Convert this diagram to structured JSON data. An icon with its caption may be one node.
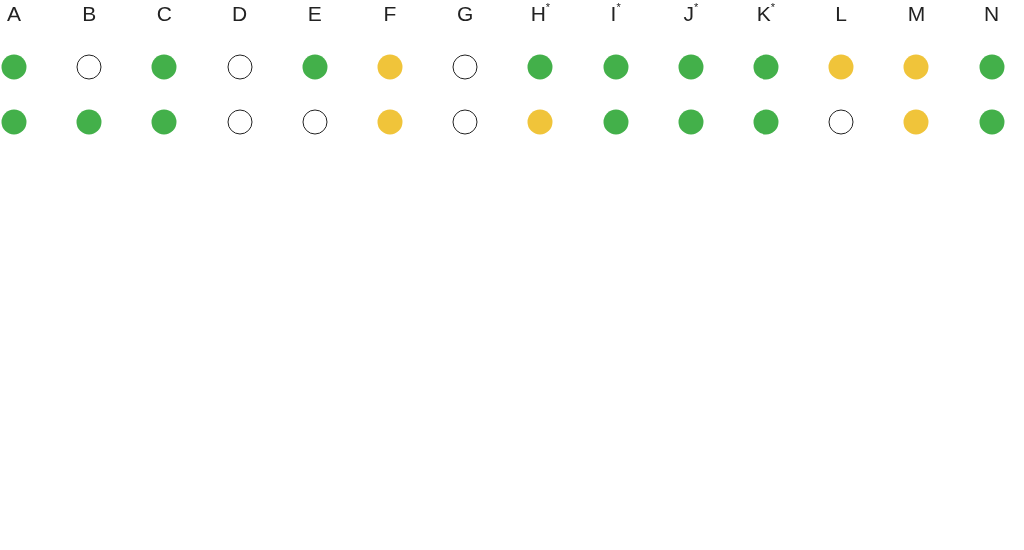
{
  "diagram": {
    "nodes": [
      {
        "text": [],
        "shape": "circle"
      },
      {
        "text": [],
        "shape": "circle"
      },
      {
        "text": [],
        "shape": "circle"
      },
      {
        "text": [],
        "shape": "circle"
      },
      {
        "text": [],
        "shape": "circle"
      },
      {
        "text": [],
        "shape": "circle"
      },
      {
        "text": [],
        "shape": "circle"
      },
      {
        "text": [],
        "shape": "circle"
      },
      {
        "text": [],
        "shape": "circle"
      },
      {
        "text": [],
        "shape": "circle"
      },
      {
        "text": [],
        "shape": "circle"
      },
      {
        "text": [],
        "shape": "circle"
      },
      {
        "text": [],
        "shape": "circle"
      },
      {
        "text": [],
        "shape": "circle"
      },
      {
        "text": [],
        "shape": "circle"
      },
      {
        "text": [],
        "shape": "circle"
      },
      {
        "text": [],
        "shape": "circle"
      },
      {
        "text": [],
        "shape": "circle"
      },
      {
        "text": [],
        "shape": "circle"
      },
      {
        "text": [],
        "shape": "circle"
      },
      {
        "text": [],
        "shape": "circle"
      },
      {
        "text": [],
        "shape": "circle"
      },
      {
        "text": [],
        "shape": "circle"
      },
      {
        "text": [],
        "shape": "circle"
      },
      {
        "text": [],
        "shape": "circle"
      },
      {
        "text": [],
        "shape": "circle"
      },
      {
        "text": [],
        "shape": "circle"
      },
      {
        "text": [],
        "shape": "circle"
      }
    ],
    "labels": [
      "A",
      "B",
      "C",
      "D",
      "E",
      "F",
      "G",
      "H$^{*}$",
      "I$^{*}$",
      "J$^{*}$",
      "K$^{*}$",
      "L",
      "M",
      "N"
    ]
  }
}
